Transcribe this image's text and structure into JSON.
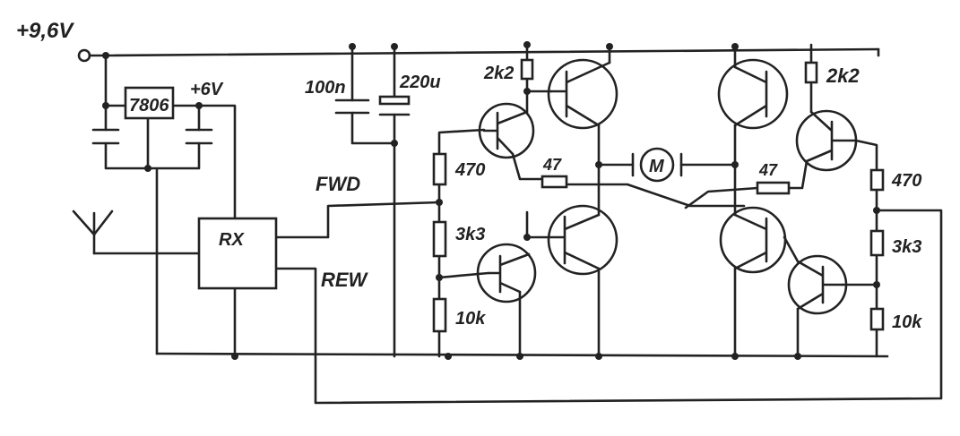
{
  "labels": {
    "supply": "+9,6V",
    "regulator": "7806",
    "reg_out": "+6V",
    "cap_a": "100n",
    "cap_b": "220u",
    "rx": "RX",
    "fwd": "FWD",
    "rew": "REW",
    "r_top_left": "2k2",
    "r_top_right": "2k2",
    "r_470_left": "470",
    "r_470_right": "470",
    "r_3k3_left": "3k3",
    "r_3k3_right": "3k3",
    "r_10k_left": "10k",
    "r_10k_right": "10k",
    "r_47_left": "47",
    "r_47_right": "47",
    "motor": "M"
  }
}
